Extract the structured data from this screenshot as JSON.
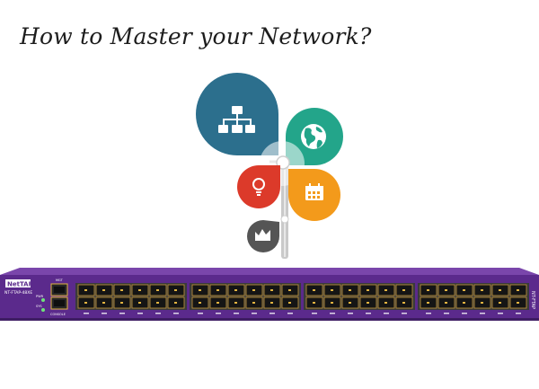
{
  "headline": "How to Master your Network?",
  "tree": {
    "stem_color": "#c9c9c9",
    "petals": [
      {
        "icon": "network-hierarchy-icon",
        "color": "#2c6f8d"
      },
      {
        "icon": "globe-icon",
        "color": "#23a58a"
      },
      {
        "icon": "lightbulb-icon",
        "color": "#dc3a2a"
      },
      {
        "icon": "calendar-icon",
        "color": "#f39a1b"
      },
      {
        "icon": "chart-icon",
        "color": "#555555"
      }
    ]
  },
  "device": {
    "brand_label": "NetTAP",
    "model_label": "NT-FTAP-48XE",
    "side_label": "NT-FTAP",
    "mgt_label": "MGT",
    "pwr_label": "PWR",
    "sys_label": "SYS",
    "console_label": "CONSOLE",
    "body_color": "#5b2a8c",
    "top_color": "#7a46ab",
    "port_groups": 4,
    "ports_per_group": 12
  }
}
